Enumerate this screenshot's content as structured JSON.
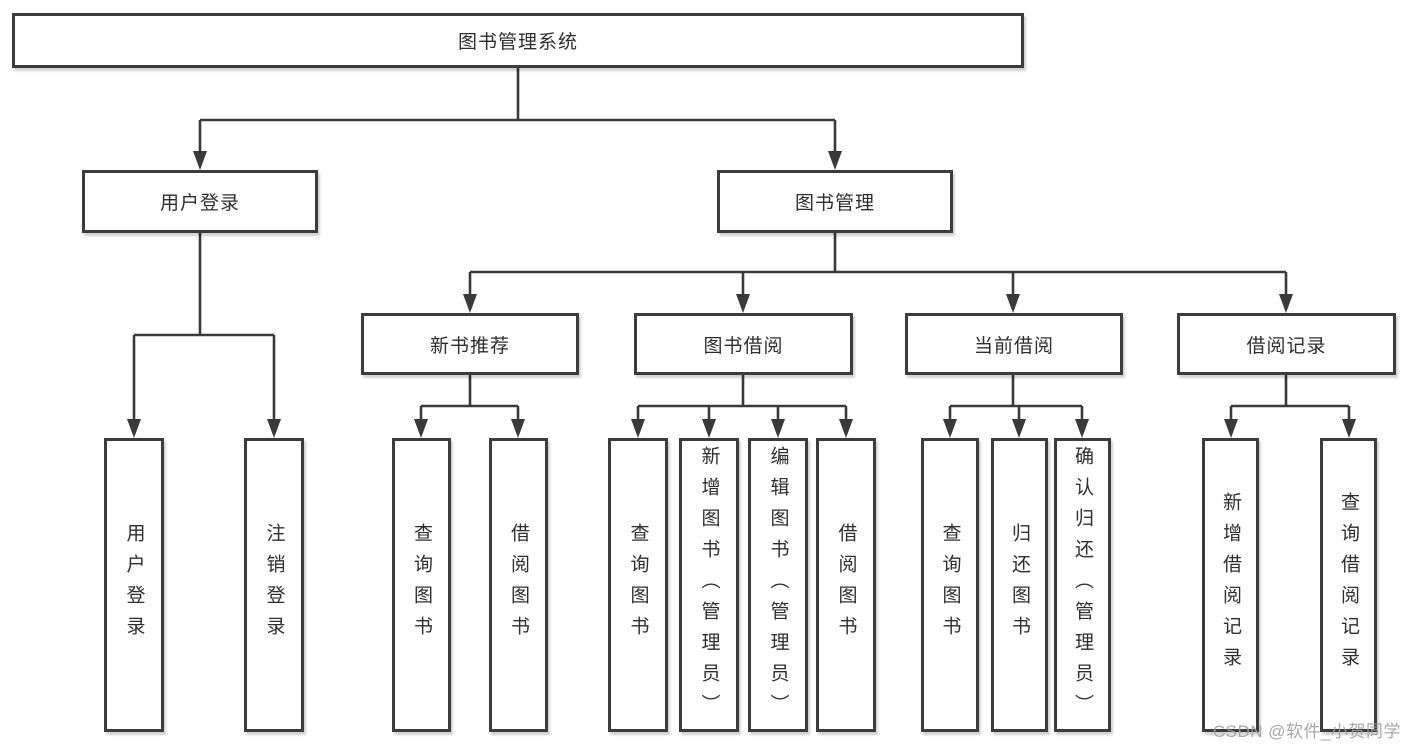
{
  "root_label": "图书管理系统",
  "branches": {
    "user": {
      "label": "用户登录",
      "children": [
        {
          "label": "用户登录"
        },
        {
          "label": "注销登录"
        }
      ]
    },
    "books": {
      "label": "图书管理",
      "groups": [
        {
          "label": "新书推荐",
          "children": [
            {
              "label": "查询图书"
            },
            {
              "label": "借阅图书"
            }
          ]
        },
        {
          "label": "图书借阅",
          "children": [
            {
              "label": "查询图书"
            },
            {
              "label": "新增图书（管理员）"
            },
            {
              "label": "编辑图书（管理员）"
            },
            {
              "label": "借阅图书"
            }
          ]
        },
        {
          "label": "当前借阅",
          "children": [
            {
              "label": "查询图书"
            },
            {
              "label": "归还图书"
            },
            {
              "label": "确认归还（管理员）"
            }
          ]
        },
        {
          "label": "借阅记录",
          "children": [
            {
              "label": "新增借阅记录"
            },
            {
              "label": "查询借阅记录"
            }
          ]
        }
      ]
    }
  },
  "watermark": "CSDN @软件_小贺同学",
  "colors": {
    "line": "#3a3a3a",
    "border": "#3c3c3c",
    "text": "#2e2e2e",
    "watermark": "#9e9e9e"
  }
}
